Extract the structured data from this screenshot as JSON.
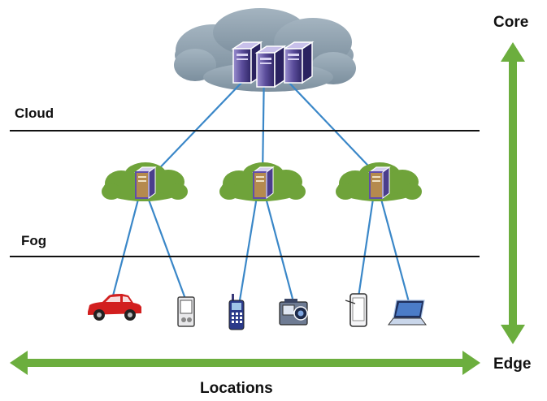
{
  "labels": {
    "cloud": "Cloud",
    "fog": "Fog",
    "core": "Core",
    "edge": "Edge",
    "locations": "Locations"
  },
  "tiers": [
    {
      "name": "cloud",
      "label_key": "cloud",
      "node": "server-cluster"
    },
    {
      "name": "fog",
      "label_key": "fog",
      "nodes": [
        "fog-node-1",
        "fog-node-2",
        "fog-node-3"
      ]
    },
    {
      "name": "edge",
      "devices": [
        "car",
        "pda",
        "mobile-phone",
        "video-camera",
        "tablet",
        "laptop"
      ]
    }
  ],
  "connections": [
    {
      "from": "server-cluster",
      "to": "fog-node-1"
    },
    {
      "from": "server-cluster",
      "to": "fog-node-2"
    },
    {
      "from": "server-cluster",
      "to": "fog-node-3"
    },
    {
      "from": "fog-node-1",
      "to": "car"
    },
    {
      "from": "fog-node-1",
      "to": "pda"
    },
    {
      "from": "fog-node-2",
      "to": "mobile-phone"
    },
    {
      "from": "fog-node-2",
      "to": "video-camera"
    },
    {
      "from": "fog-node-3",
      "to": "tablet"
    },
    {
      "from": "fog-node-3",
      "to": "laptop"
    }
  ],
  "colors": {
    "cloud_fill": "#8d9fad",
    "fog_cloud_fill": "#6fa33a",
    "arrow_green": "#6cae3e",
    "link_blue": "#3a87c8",
    "divider": "#111111",
    "server_purple": "#6b5ba8",
    "car_red": "#d21f1f"
  }
}
